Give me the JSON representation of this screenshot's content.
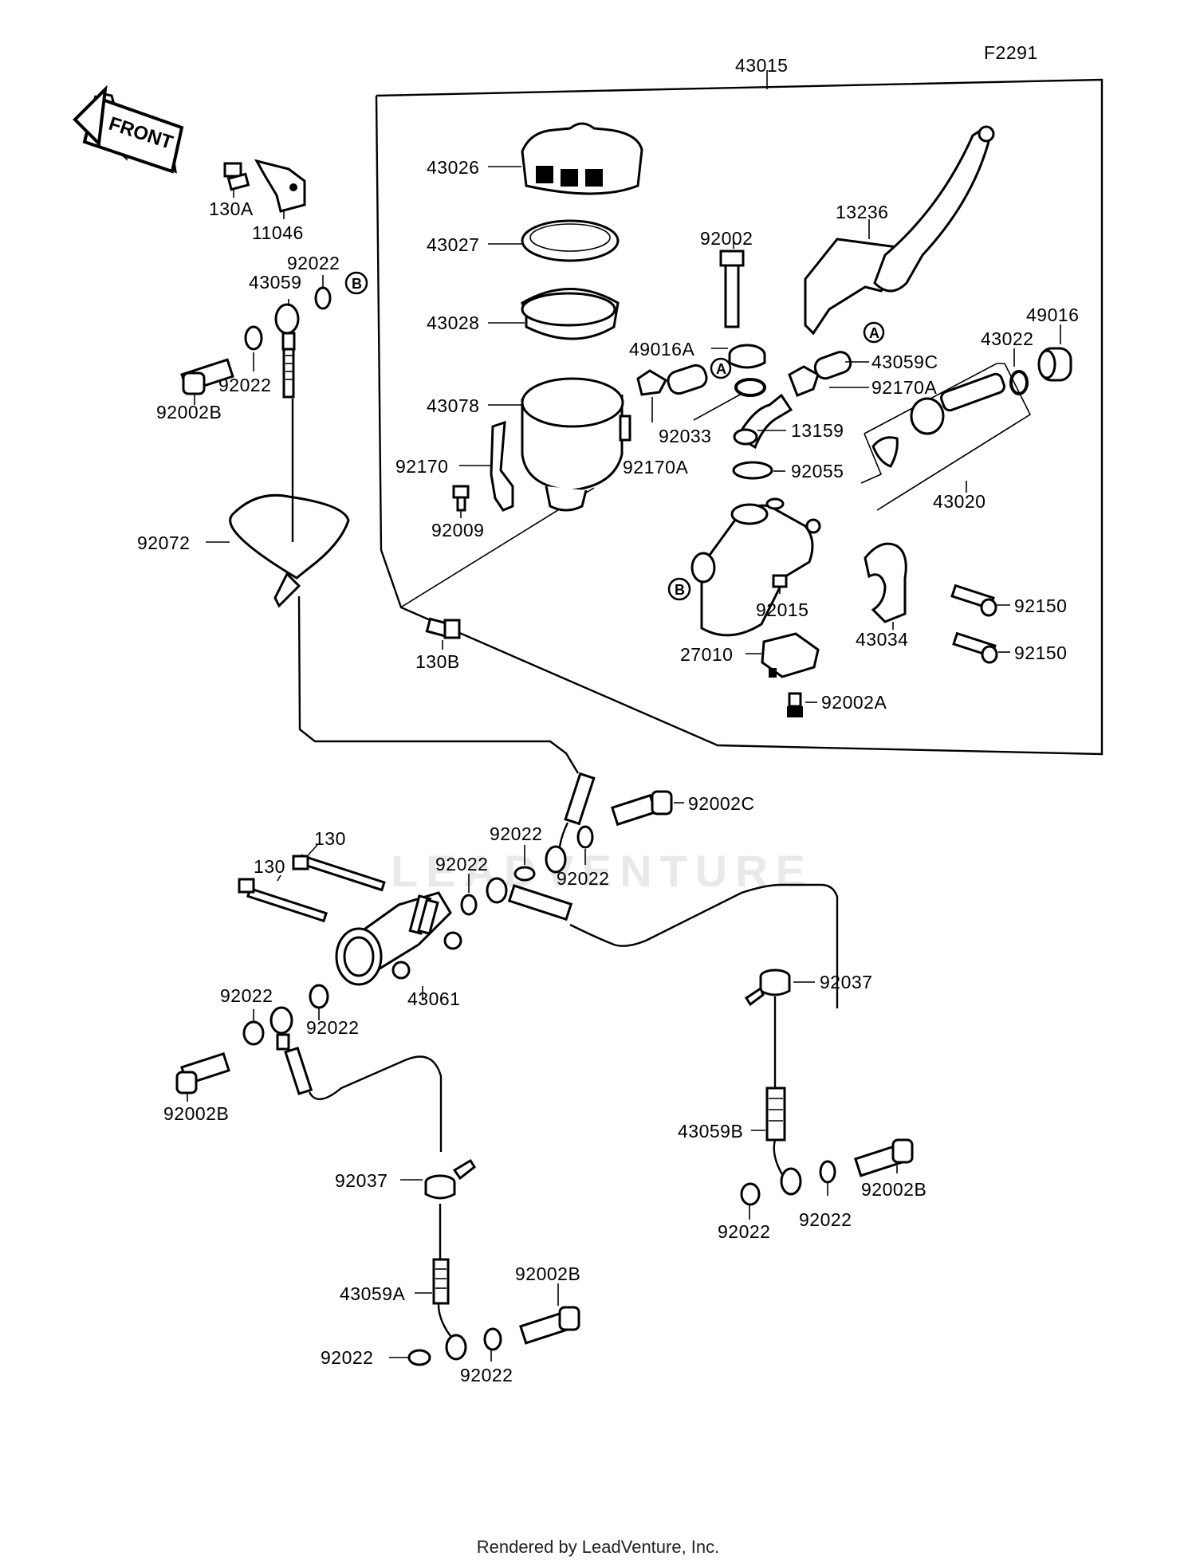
{
  "figure_code": "F2291",
  "front_label": "FRONT",
  "watermark": "LEADVENTURE",
  "footer": "Rendered by LeadVenture, Inc.",
  "callouts": {
    "A": "A",
    "B": "B"
  },
  "parts": {
    "p43015": "43015",
    "p43026": "43026",
    "p43027": "43027",
    "p43028": "43028",
    "p43078": "43078",
    "p92170": "92170",
    "p92009": "92009",
    "p92002": "92002",
    "p13236": "13236",
    "p49016A": "49016A",
    "p43059C": "43059C",
    "p92170A_1": "92170A",
    "p92170A_2": "92170A",
    "p92033": "92033",
    "p13159": "13159",
    "p92055": "92055",
    "p43022": "43022",
    "p49016": "49016",
    "p43020": "43020",
    "p92015": "92015",
    "p43034": "43034",
    "p92150_1": "92150",
    "p92150_2": "92150",
    "p27010": "27010",
    "p92002A": "92002A",
    "p130A": "130A",
    "p11046": "11046",
    "p92022_a": "92022",
    "p43059": "43059",
    "p92022_b": "92022",
    "p92002B_1": "92002B",
    "p92072": "92072",
    "p130B": "130B",
    "p92002C": "92002C",
    "p92022_c": "92022",
    "p92022_d": "92022",
    "p92022_e": "92022",
    "p130_1": "130",
    "p130_2": "130",
    "p43061": "43061",
    "p92022_f": "92022",
    "p92022_g": "92022",
    "p92002B_2": "92002B",
    "p92037_1": "92037",
    "p92037_2": "92037",
    "p43059B": "43059B",
    "p92002B_3": "92002B",
    "p92022_h": "92022",
    "p92022_i": "92022",
    "p43059A": "43059A",
    "p92002B_4": "92002B",
    "p92022_j": "92022",
    "p92022_k": "92022"
  }
}
